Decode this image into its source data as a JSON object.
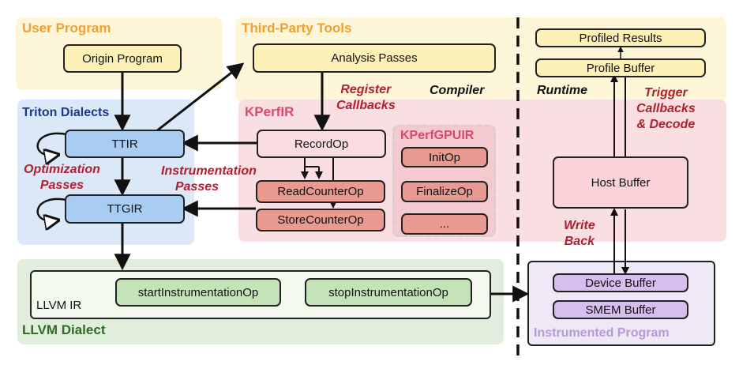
{
  "regions": {
    "user_program": "User Program",
    "third_party": "Third-Party Tools",
    "triton": "Triton Dialects",
    "kperfir": "KPerfIR",
    "kperfgpuir": "KPerfGPUIR",
    "llvm_dialect": "LLVM Dialect",
    "instrumented": "Instrumented Program"
  },
  "nodes": {
    "origin_program": "Origin Program",
    "analysis_passes": "Analysis Passes",
    "ttir": "TTIR",
    "ttgir": "TTGIR",
    "record_op": "RecordOp",
    "read_counter_op": "ReadCounterOp",
    "store_counter_op": "StoreCounterOp",
    "init_op": "InitOp",
    "finalize_op": "FinalizeOp",
    "ellipsis": "...",
    "llvm_ir": "LLVM IR",
    "start_op": "startInstrumentationOp",
    "stop_op": "stopInstrumentationOp",
    "profiled_results": "Profiled Results",
    "profile_buffer": "Profile Buffer",
    "host_buffer": "Host Buffer",
    "device_buffer": "Device Buffer",
    "smem_buffer": "SMEM Buffer"
  },
  "annotations": {
    "register_1": "Register",
    "register_2": "Callbacks",
    "compiler": "Compiler",
    "runtime": "Runtime",
    "optimization_1": "Optimization",
    "optimization_2": "Passes",
    "instrumentation_1": "Instrumentation",
    "instrumentation_2": "Passes",
    "trigger_1": "Trigger",
    "trigger_2": "Callbacks",
    "trigger_3": "& Decode",
    "write_1": "Write",
    "write_2": "Back"
  },
  "colors": {
    "user_program_bg": "#fdf6d8",
    "user_program_title": "#f0a030",
    "triton_bg": "#dbe8f7",
    "triton_title": "#1f3a8a",
    "kperf_bg": "#f9dfe2",
    "kperf_title": "#d94a6a",
    "llvm_bg": "#e1eedb",
    "llvm_title": "#2f6b26",
    "instrumented_bg": "#efe8f6",
    "instrumented_title": "#b59ad6",
    "annotation_red": "#b0202f"
  }
}
